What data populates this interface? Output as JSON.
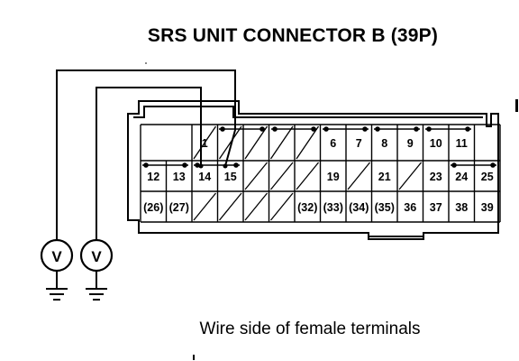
{
  "title": "SRS UNIT CONNECTOR B (39P)",
  "caption": "Wire side of female terminals",
  "meters": [
    {
      "label": "V"
    },
    {
      "label": "V"
    }
  ],
  "connector": {
    "rows": [
      [
        "",
        "",
        "1",
        "",
        "",
        "",
        "",
        "6",
        "7",
        "8",
        "9",
        "10",
        "11",
        ""
      ],
      [
        "12",
        "13",
        "14",
        "15",
        "",
        "",
        "",
        "19",
        "",
        "21",
        "",
        "23",
        "24",
        "25"
      ],
      [
        "(26)",
        "(27)",
        "",
        "",
        "",
        "",
        "(32)",
        "(33)",
        "(34)",
        "(35)",
        "36",
        "37",
        "38",
        "39"
      ]
    ],
    "empty_cells": [
      [
        2,
        1
      ],
      [
        3,
        1
      ],
      [
        4,
        1
      ],
      [
        5,
        1
      ],
      [
        6,
        1
      ],
      [
        4,
        2
      ],
      [
        5,
        2
      ],
      [
        6,
        2
      ],
      [
        8,
        2
      ],
      [
        10,
        2
      ],
      [
        2,
        3
      ],
      [
        3,
        3
      ],
      [
        4,
        3
      ],
      [
        5,
        3
      ]
    ]
  }
}
